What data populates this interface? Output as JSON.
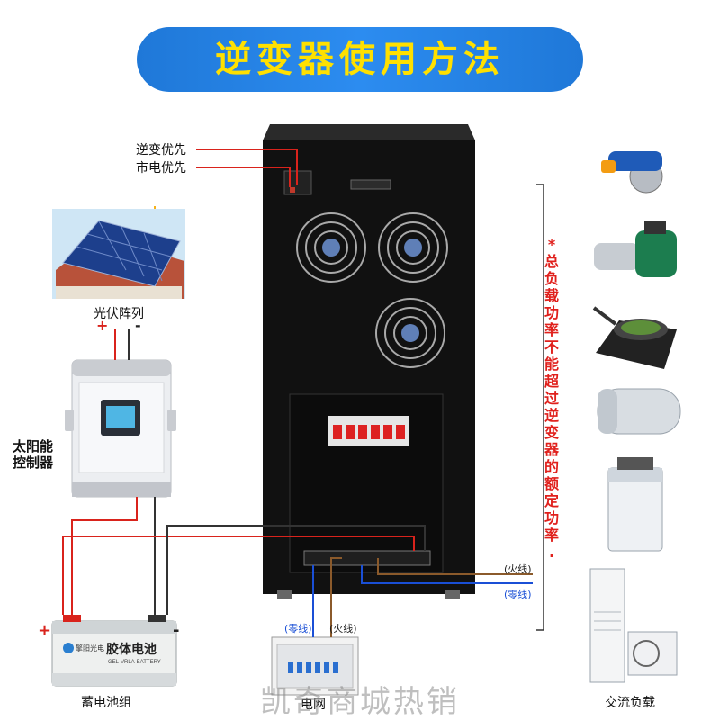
{
  "title": "逆变器使用方法",
  "labels": {
    "inverter_priority": "逆变优先",
    "grid_priority": "市电优先",
    "pv_array": "光伏阵列",
    "solar_controller_line1": "太阳能",
    "solar_controller_line2": "控制器",
    "battery_bank": "蓄电池组",
    "grid": "电网",
    "ac_load": "交流负载",
    "plus": "+",
    "minus": "-",
    "battery_plus": "+",
    "battery_minus": "-"
  },
  "wires": {
    "live_right": "(火线)",
    "neutral_right": "(零线)",
    "neutral_grid": "(零线)",
    "live_grid": "(火线)"
  },
  "note": {
    "star": "*",
    "chars": [
      "总",
      "负",
      "载",
      "功",
      "率",
      "不",
      "能",
      "超",
      "过",
      "逆",
      "变",
      "器",
      "的",
      "额",
      "定",
      "功",
      "率",
      "."
    ]
  },
  "battery": {
    "brand": "擎阳光电",
    "name": "胶体电池",
    "subtitle": "GEL-VRLA-BATTERY"
  },
  "watermark": "凯奇商城热销",
  "colors": {
    "banner": "#2c8cf0",
    "title": "#ffe000",
    "positive_wire": "#d9231c",
    "live_wire": "#8b5a2b",
    "neutral_wire": "#1a4fd6",
    "note": "#e0201c"
  },
  "icons": [
    "sun-icon",
    "solar-panel-icon",
    "controller-icon",
    "inverter-cabinet-icon",
    "battery-icon",
    "distribution-box-icon",
    "circular-saw-icon",
    "water-pump-icon",
    "induction-cooker-icon",
    "water-heater-icon",
    "washing-machine-icon",
    "air-conditioner-icon"
  ]
}
